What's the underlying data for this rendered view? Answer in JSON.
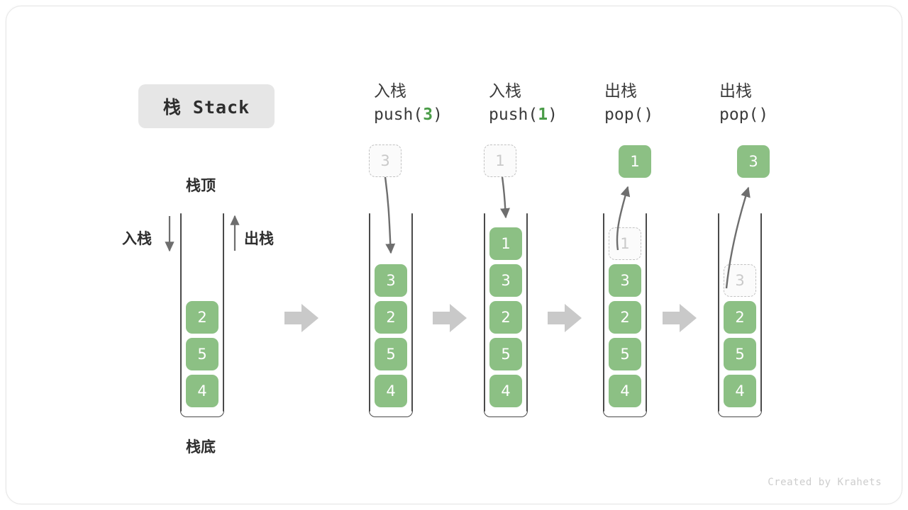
{
  "title_badge": "栈 Stack",
  "credit": "Created by Krahets",
  "colors": {
    "cell_fill": "#8cc084",
    "cell_text": "#ffffff",
    "ghost_border": "#c2c2c2",
    "ghost_text": "#c9c9c9",
    "accent_green": "#4a9c48",
    "wall": "#4a4a4a",
    "arrow_gray": "#6e6e6e",
    "flow_arrow": "#c9c9c9",
    "badge_bg": "#e6e6e6"
  },
  "legend": {
    "top_label": "栈顶",
    "bottom_label": "栈底",
    "push_label": "入栈",
    "pop_label": "出栈"
  },
  "columns": [
    {
      "id": "initial",
      "header_cn": "",
      "header_code_prefix": "",
      "header_code_arg": "",
      "header_code_suffix": "",
      "stack": [
        "2",
        "5",
        "4"
      ],
      "floating": null,
      "ghost_in_stack": null
    },
    {
      "id": "push-3",
      "header_cn": "入栈",
      "header_code_prefix": "push(",
      "header_code_arg": "3",
      "header_code_suffix": ")",
      "stack": [
        "3",
        "2",
        "5",
        "4"
      ],
      "floating": {
        "value": "3",
        "style": "ghost",
        "direction": "down"
      },
      "ghost_in_stack": null
    },
    {
      "id": "push-1",
      "header_cn": "入栈",
      "header_code_prefix": "push(",
      "header_code_arg": "1",
      "header_code_suffix": ")",
      "stack": [
        "1",
        "3",
        "2",
        "5",
        "4"
      ],
      "floating": {
        "value": "1",
        "style": "ghost",
        "direction": "down"
      },
      "ghost_in_stack": null
    },
    {
      "id": "pop-1",
      "header_cn": "出栈",
      "header_code_prefix": "pop(",
      "header_code_arg": "",
      "header_code_suffix": ")",
      "stack": [
        "3",
        "2",
        "5",
        "4"
      ],
      "floating": {
        "value": "1",
        "style": "solid",
        "direction": "up"
      },
      "ghost_in_stack": {
        "value": "1",
        "slot": 0
      }
    },
    {
      "id": "pop-2",
      "header_cn": "出栈",
      "header_code_prefix": "pop(",
      "header_code_arg": "",
      "header_code_suffix": ")",
      "stack": [
        "2",
        "5",
        "4"
      ],
      "floating": {
        "value": "3",
        "style": "solid",
        "direction": "up"
      },
      "ghost_in_stack": {
        "value": "3",
        "slot": 1
      }
    }
  ]
}
